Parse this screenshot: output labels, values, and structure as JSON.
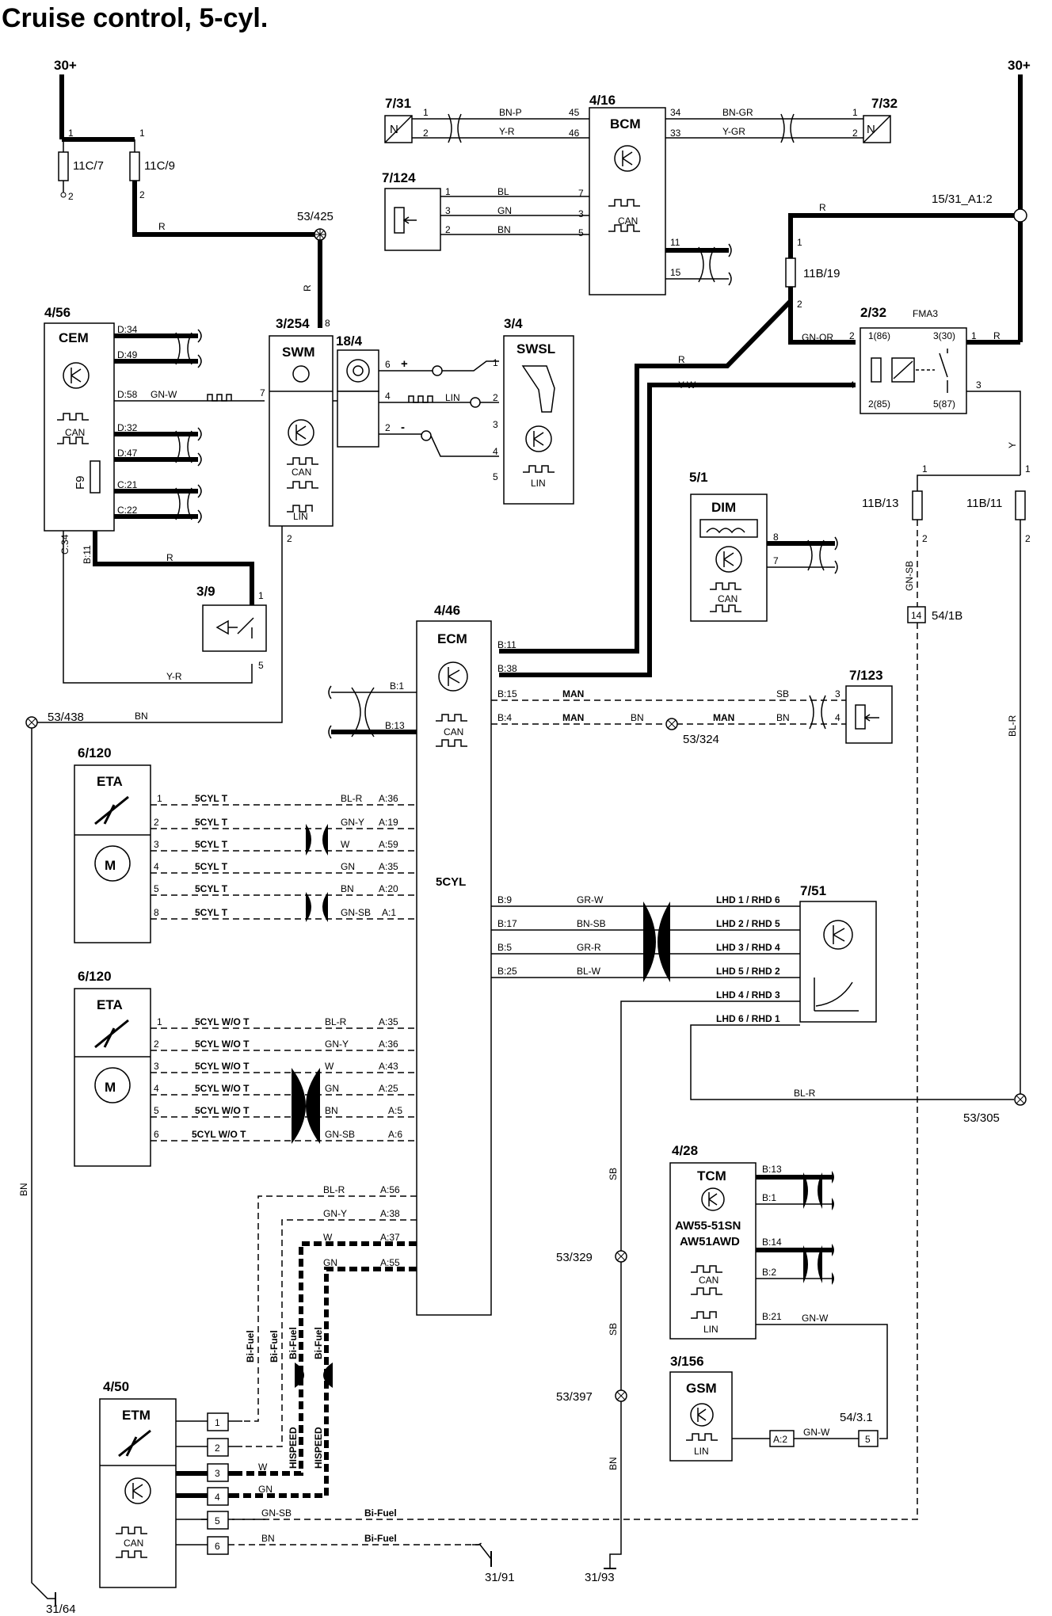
{
  "title": "Cruise control, 5-cyl.",
  "supplies": {
    "left": "30+",
    "right": "30+"
  },
  "fuses": {
    "f1": {
      "name": "11C/7",
      "pin_in": "1",
      "pin_out": "2"
    },
    "f2": {
      "name": "11C/9",
      "pin_in": "1",
      "pin_out": "2"
    },
    "f3": {
      "name": "11B/19",
      "pin_in": "1",
      "pin_out": "2"
    },
    "f4": {
      "name": "11B/13",
      "pin_in": "1",
      "pin_out": "2"
    },
    "f5": {
      "name": "11B/11",
      "pin_in": "1",
      "pin_out": "2"
    },
    "f9": "F9"
  },
  "splices": {
    "s1": "53/425",
    "s2": "53/438",
    "s3": "53/324",
    "s4": "53/305",
    "s5": "53/329",
    "s6": "53/397",
    "s7": "15/31_A1:2"
  },
  "grounds": {
    "g1": "31/64",
    "g2": "31/91",
    "g3": "31/93"
  },
  "components": {
    "bcm": {
      "id": "4/16",
      "name": "BCM",
      "can": "CAN",
      "pins": {
        "p45": "45",
        "p46": "46",
        "p34": "34",
        "p33": "33",
        "p7": "7",
        "p3": "3",
        "p5": "5",
        "p11": "11",
        "p15": "15"
      }
    },
    "s731": {
      "id": "7/31",
      "n": "N",
      "p1": "1",
      "p2": "2"
    },
    "s732": {
      "id": "7/32",
      "n": "N",
      "p1": "1",
      "p2": "2"
    },
    "s7124": {
      "id": "7/124",
      "p1": "1",
      "p3": "3",
      "p2": "2"
    },
    "cem": {
      "id": "4/56",
      "name": "CEM",
      "can": "CAN",
      "pins": {
        "d34": "D:34",
        "d49": "D:49",
        "d58": "D:58",
        "d32": "D:32",
        "d47": "D:47",
        "c21": "C:21",
        "c22": "C:22",
        "c34": "C:34",
        "b11": "B:11"
      }
    },
    "swm": {
      "id": "3/254",
      "name": "SWM",
      "can": "CAN",
      "lin": "LIN",
      "p8": "8",
      "p7": "7",
      "p2": "2"
    },
    "c184": {
      "id": "18/4",
      "p6": "6",
      "p4": "4",
      "p2": "2",
      "plus": "+",
      "minus": "-",
      "lin": "LIN"
    },
    "swsl": {
      "id": "3/4",
      "name": "SWSL",
      "lin": "LIN",
      "p1": "1",
      "p2": "2",
      "p3": "3",
      "p4": "4",
      "p5": "5"
    },
    "relay": {
      "id": "2/32",
      "name": "FMA3",
      "p1": "1(86)",
      "p2": "2(85)",
      "p3": "3(30)",
      "p5": "5(87)",
      "lp2": "2",
      "lp4": "4",
      "lp1": "1",
      "lp3": "3"
    },
    "dim": {
      "id": "5/1",
      "name": "DIM",
      "can": "CAN",
      "p8": "8",
      "p7": "7"
    },
    "s39": {
      "id": "3/9",
      "p1": "1",
      "p5": "5"
    },
    "ecm": {
      "id": "4/46",
      "name": "ECM",
      "can": "CAN",
      "variant": "5CYL",
      "pins": {
        "b11": "B:11",
        "b38": "B:38",
        "b15": "B:15",
        "b4": "B:4",
        "b1": "B:1",
        "b13": "B:13",
        "b9": "B:9",
        "b17": "B:17",
        "b5": "B:5",
        "b25": "B:25",
        "a36": "A:36",
        "a19": "A:19",
        "a59": "A:59",
        "a35": "A:35",
        "a20": "A:20",
        "a1": "A:1",
        "a35b": "A:35",
        "a36b": "A:36",
        "a43": "A:43",
        "a25": "A:25",
        "a5": "A:5",
        "a6": "A:6",
        "a56": "A:56",
        "a38": "A:38",
        "a37": "A:37",
        "a55": "A:55"
      }
    },
    "s7123": {
      "id": "7/123",
      "p3": "3",
      "p4": "4"
    },
    "eta1": {
      "id": "6/120",
      "name": "ETA",
      "m": "M",
      "pins": [
        "1",
        "2",
        "3",
        "4",
        "5",
        "8"
      ]
    },
    "eta2": {
      "id": "6/120",
      "name": "ETA",
      "m": "M",
      "pins": [
        "1",
        "2",
        "3",
        "4",
        "5",
        "6"
      ]
    },
    "s751": {
      "id": "7/51"
    },
    "tcm": {
      "id": "4/28",
      "name": "TCM",
      "variant1": "AW55-51SN",
      "variant2": "AW51AWD",
      "can": "CAN",
      "lin": "LIN",
      "pins": {
        "b13": "B:13",
        "b1": "B:1",
        "b14": "B:14",
        "b2": "B:2",
        "b21": "B:21"
      }
    },
    "gsm": {
      "id": "3/156",
      "name": "GSM",
      "lin": "LIN",
      "a2": "A:2"
    },
    "c5431": {
      "id": "54/3.1",
      "p5": "5"
    },
    "c541b": {
      "id": "54/1B",
      "p14": "14"
    },
    "etm": {
      "id": "4/50",
      "name": "ETM",
      "can": "CAN",
      "pins": [
        "1",
        "2",
        "3",
        "4",
        "5",
        "6"
      ]
    }
  },
  "wires": {
    "r": "R",
    "y": "Y",
    "bn": "BN",
    "bnp": "BN-P",
    "yr": "Y-R",
    "bngr": "BN-GR",
    "ygr": "Y-GR",
    "bl": "BL",
    "gn": "GN",
    "gnw": "GN-W",
    "gnor": "GN-OR",
    "yw": "Y-W",
    "gnsb": "GN-SB",
    "blr": "BL-R",
    "sb": "SB",
    "grw": "GR-W",
    "bnsb": "BN-SB",
    "grr": "GR-R",
    "blw": "BL-W",
    "gny": "GN-Y",
    "w": "W"
  },
  "variants": {
    "man": "MAN",
    "t": "5CYL T",
    "wot": "5CYL W/O T",
    "bifuel": "Bi-Fuel",
    "hispeed": "HISPEED",
    "lhd1": "LHD 1 / RHD 6",
    "lhd2": "LHD 2 / RHD 5",
    "lhd3": "LHD 3 / RHD 4",
    "lhd5": "LHD 5 / RHD 2",
    "lhd4": "LHD 4 / RHD 3",
    "lhd6": "LHD 6 / RHD 1"
  }
}
